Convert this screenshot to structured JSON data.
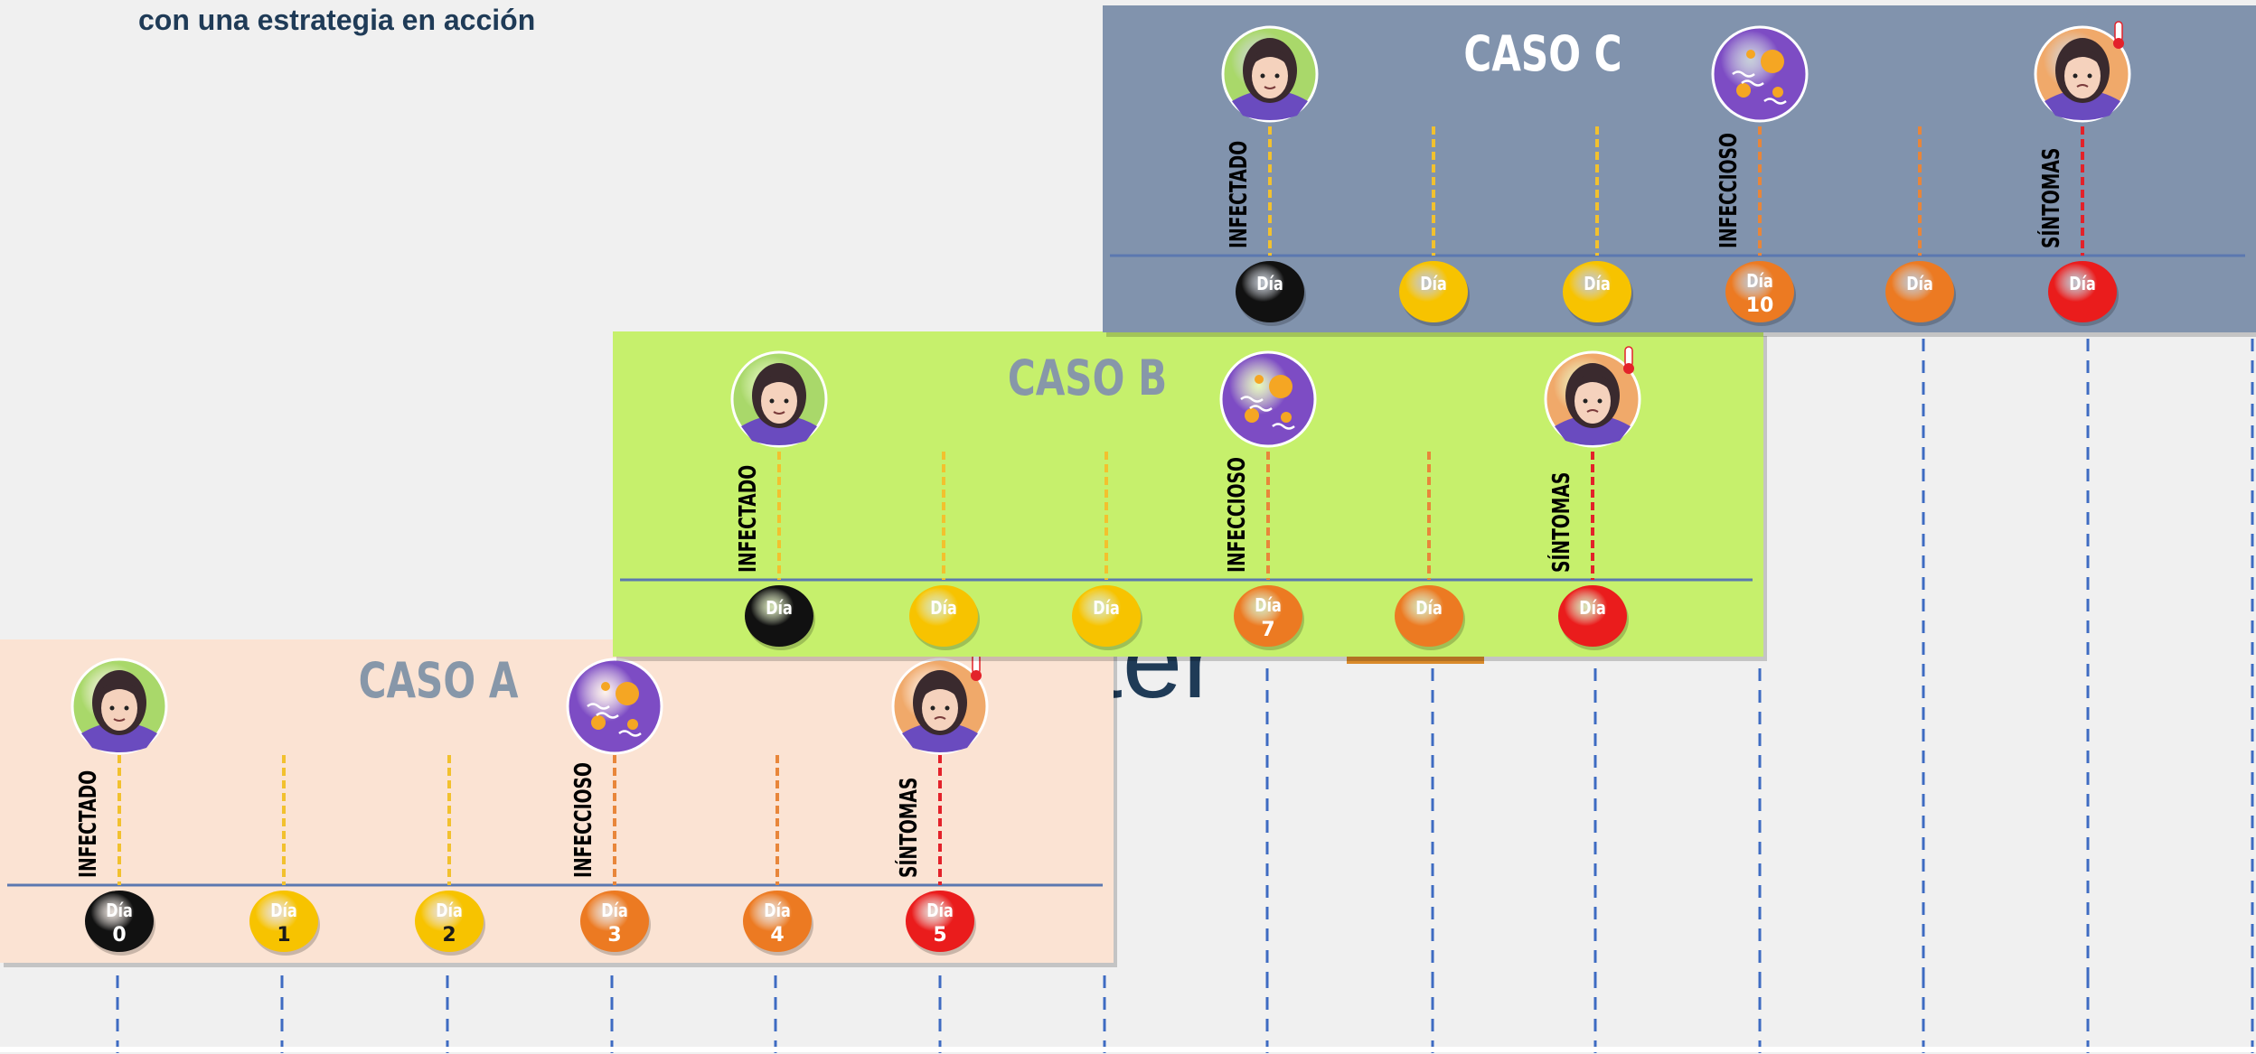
{
  "header": {
    "subtitle_line": "con una estrategia en acción",
    "background_word": "tter"
  },
  "palette": {
    "page_bg": "#f0f0f0",
    "title_text": "#1f3b57",
    "case_title_text": "#8797a9",
    "case_c_title_text": "#ffffff",
    "card_a_bg": "#fbe3d3",
    "card_b_bg": "#c6f06c",
    "card_c_bg": "#8193ad",
    "axis_line": "#5b78b0",
    "guide_line": "#3e6bc2",
    "color_infected": "#f2c12e",
    "color_incubation": "#f2c12e",
    "color_infectious": "#e8863a",
    "color_symptoms": "#e3222a",
    "node_day0": "#000000",
    "node_incubation": "#f7c300",
    "node_infectious": "#ec7a22",
    "node_symptoms": "#ea1c1c"
  },
  "icon_names": {
    "infected": "infected-person-icon",
    "infectious": "virus-icon",
    "symptoms": "sick-person-icon"
  },
  "cases": [
    {
      "id": "a",
      "title": "CASO A",
      "stage_labels": {
        "infected": "INFECTADO",
        "infectious": "INFECCIOSO",
        "symptoms": "SÍNTOMAS"
      },
      "days": [
        {
          "word": "Día",
          "num": "0",
          "kind": "day0"
        },
        {
          "word": "Día",
          "num": "1",
          "kind": "incubation"
        },
        {
          "word": "Día",
          "num": "2",
          "kind": "incubation"
        },
        {
          "word": "Día",
          "num": "3",
          "kind": "infectious"
        },
        {
          "word": "Día",
          "num": "4",
          "kind": "infectious"
        },
        {
          "word": "Día",
          "num": "5",
          "kind": "symptoms"
        }
      ]
    },
    {
      "id": "b",
      "title": "CASO B",
      "stage_labels": {
        "infected": "INFECTADO",
        "infectious": "INFECCIOSO",
        "symptoms": "SÍNTOMAS"
      },
      "days": [
        {
          "word": "Día",
          "num": "",
          "kind": "day0"
        },
        {
          "word": "Día",
          "num": "",
          "kind": "incubation"
        },
        {
          "word": "Día",
          "num": "",
          "kind": "incubation"
        },
        {
          "word": "Día",
          "num": "7",
          "kind": "infectious"
        },
        {
          "word": "Día",
          "num": "",
          "kind": "infectious"
        },
        {
          "word": "Día",
          "num": "",
          "kind": "symptoms"
        }
      ]
    },
    {
      "id": "c",
      "title": "CASO C",
      "stage_labels": {
        "infected": "INFECTADO",
        "infectious": "INFECCIOSO",
        "symptoms": "SÍNTOMAS"
      },
      "days": [
        {
          "word": "Día",
          "num": "",
          "kind": "day0"
        },
        {
          "word": "Día",
          "num": "",
          "kind": "incubation"
        },
        {
          "word": "Día",
          "num": "",
          "kind": "incubation"
        },
        {
          "word": "Día",
          "num": "10",
          "kind": "infectious"
        },
        {
          "word": "Día",
          "num": "",
          "kind": "infectious"
        },
        {
          "word": "Día",
          "num": "",
          "kind": "symptoms"
        }
      ]
    }
  ]
}
